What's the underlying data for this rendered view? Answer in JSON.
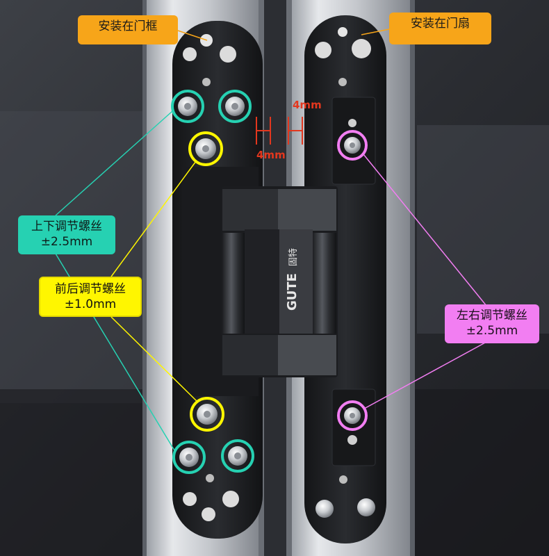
{
  "labels": {
    "frame_mount": "安装在门框",
    "door_mount": "安装在门扇",
    "vertical_adjust_title": "上下调节螺丝",
    "vertical_adjust_value": "±2.5mm",
    "depth_adjust_title": "前后调节螺丝",
    "depth_adjust_value": "±1.0mm",
    "lateral_adjust_title": "左右调节螺丝",
    "lateral_adjust_value": "±2.5mm",
    "gap_top": "4mm",
    "gap_bottom": "4mm"
  },
  "brand": {
    "logo_text": "GUTE",
    "logo_cn": "固特"
  },
  "colors": {
    "orange": "#f7a519",
    "teal": "#26d1b2",
    "yellow": "#fff600",
    "pink": "#f27ef2",
    "dimension_red": "#e3371e",
    "hinge_black": "#1c1d20",
    "frame_silver": "#c9ccd1"
  }
}
